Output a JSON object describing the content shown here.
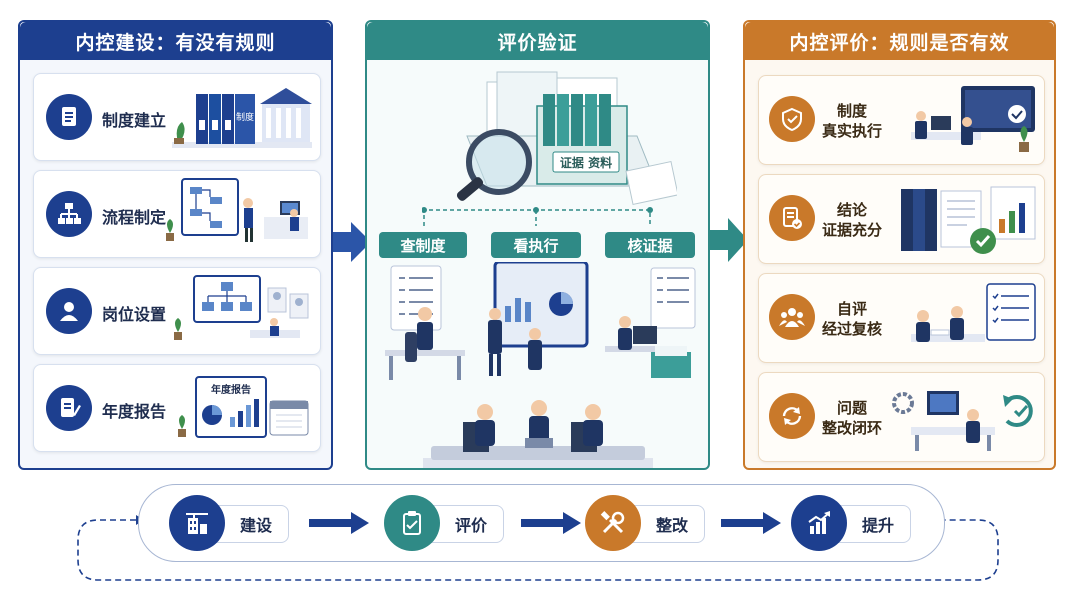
{
  "panels": {
    "build": {
      "title": "内控建设：有没有规则",
      "items": [
        "制度建立",
        "流程制定",
        "岗位设置",
        "年度报告"
      ],
      "binder_label": "制度",
      "report_label": "年度报告"
    },
    "verify": {
      "title": "评价验证",
      "box_label": "证据 资料",
      "checks": [
        "查制度",
        "看执行",
        "核证据"
      ]
    },
    "evaluate": {
      "title": "内控评价：规则是否有效",
      "items": [
        {
          "line1": "制度",
          "line2": "真实执行"
        },
        {
          "line1": "结论",
          "line2": "证据充分"
        },
        {
          "line1": "自评",
          "line2": "经过复核"
        },
        {
          "line1": "问题",
          "line2": "整改闭环"
        }
      ]
    }
  },
  "cycle": {
    "steps": [
      "建设",
      "评价",
      "整改",
      "提升"
    ]
  },
  "colors": {
    "navy": "#1d3f8f",
    "teal": "#2f8a86",
    "orange": "#c9792a"
  }
}
